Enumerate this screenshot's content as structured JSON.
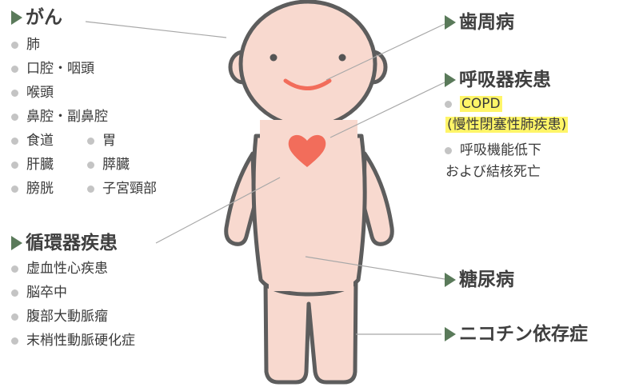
{
  "cancer": {
    "heading": "がん",
    "items": [
      "肺",
      "口腔・咽頭",
      "喉頭",
      "鼻腔・副鼻腔"
    ],
    "pairs": [
      [
        "食道",
        "胃"
      ],
      [
        "肝臓",
        "膵臓"
      ],
      [
        "膀胱",
        "子宮頸部"
      ]
    ]
  },
  "circulatory": {
    "heading": "循環器疾患",
    "items": [
      "虚血性心疾患",
      "脳卒中",
      "腹部大動脈瘤",
      "末梢性動脈硬化症"
    ]
  },
  "periodontal": {
    "heading": "歯周病"
  },
  "respiratory": {
    "heading": "呼吸器疾患",
    "copd_line1": "COPD",
    "copd_line2": "(慢性閉塞性肺疾患)",
    "func_line1": "呼吸機能低下",
    "func_line2": "および結核死亡"
  },
  "diabetes": {
    "heading": "糖尿病"
  },
  "nicotine": {
    "heading": "ニコチン依存症"
  },
  "colors": {
    "body_fill": "#f8d9cf",
    "body_stroke": "#5d5d5d",
    "heart": "#f26d5b",
    "mouth": "#f26d5b",
    "heading_marker": "#5a7a5a",
    "highlight": "#fff568",
    "leader_line": "#a8a8a8"
  }
}
